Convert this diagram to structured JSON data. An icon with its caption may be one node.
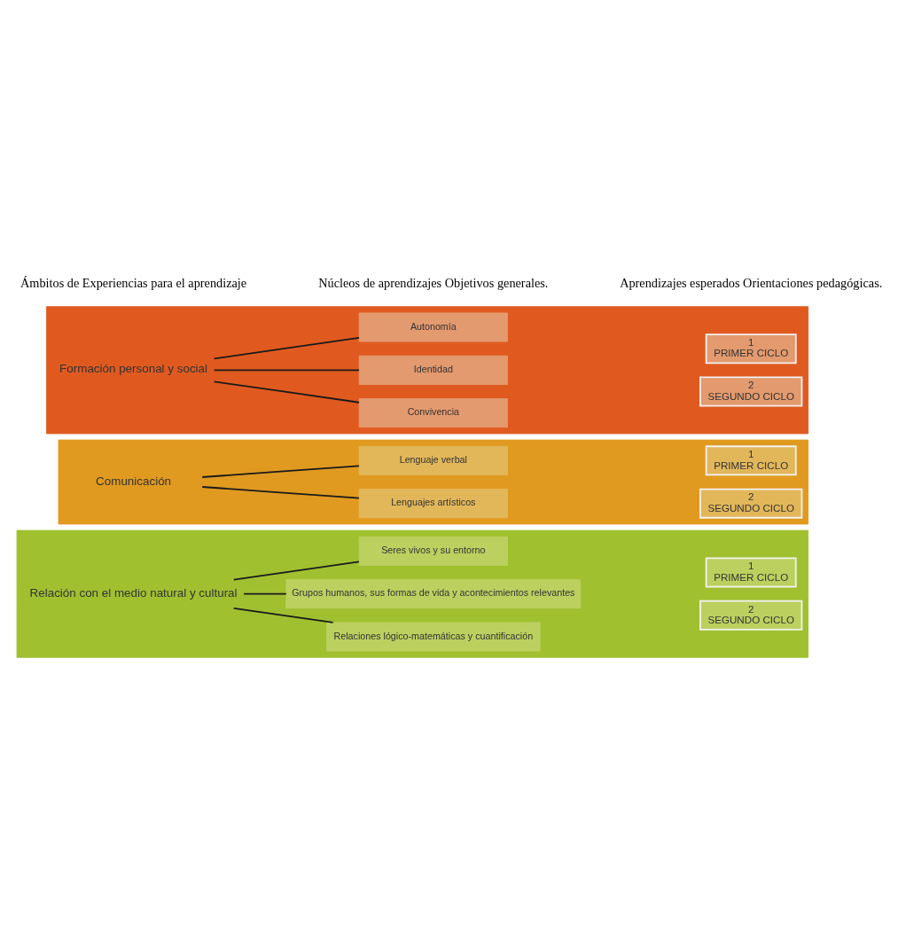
{
  "diagram": {
    "nodes": [
      {
        "text": [],
        "shape": "box"
      },
      {
        "text": [
          "Formación personal y social"
        ],
        "in": 0
      },
      {
        "text": [
          "Autonomía"
        ],
        "in": 0
      },
      {
        "text": [
          "Identidad"
        ],
        "in": 0
      },
      {
        "text": [
          "Convivencia"
        ],
        "in": 0
      },
      {
        "text": [
          "1",
          "PRIMER CICLO"
        ],
        "in": 0
      },
      {
        "text": [
          "2",
          "SEGUNDO CICLO"
        ],
        "in": 0
      },
      {
        "text": [],
        "shape": "box"
      },
      {
        "text": [
          "Comunicación"
        ],
        "in": 7
      },
      {
        "text": [
          "Lenguaje verbal"
        ],
        "in": 7
      },
      {
        "text": [
          "Lenguajes artísticos"
        ],
        "in": 7
      },
      {
        "text": [
          "1",
          "PRIMER CICLO"
        ],
        "in": 7
      },
      {
        "text": [
          "2",
          "SEGUNDO CICLO"
        ],
        "in": 7
      },
      {
        "text": [],
        "shape": "box"
      },
      {
        "text": [
          "Relación con el medio natural y cultural"
        ],
        "in": 13
      },
      {
        "text": [
          "Seres vivos y su entorno"
        ],
        "in": 13
      },
      {
        "text": [
          "Grupos humanos, sus formas de vida y acontecimientos relevantes"
        ],
        "in": 13
      },
      {
        "text": [
          "Relaciones lógico-matemáticas y cuantificación"
        ],
        "in": 13
      },
      {
        "text": [
          "1",
          "PRIMER CICLO"
        ],
        "in": 13
      },
      {
        "text": [
          "2",
          "SEGUNDO CICLO"
        ],
        "in": 13
      }
    ],
    "edges": [
      {
        "from": 1,
        "to": 2,
        "arrow": "none"
      },
      {
        "from": 1,
        "to": 3,
        "arrow": "none"
      },
      {
        "from": 1,
        "to": 4,
        "arrow": "none"
      },
      {
        "from": 8,
        "to": 9,
        "arrow": "none"
      },
      {
        "from": 8,
        "to": 10,
        "arrow": "none"
      },
      {
        "from": 14,
        "to": 15,
        "arrow": "none"
      },
      {
        "from": 14,
        "to": 16,
        "arrow": "none"
      },
      {
        "from": 14,
        "to": 17,
        "arrow": "none"
      }
    ],
    "labels": [
      "Ámbitos de Experiencias para el aprendizaje",
      "Núcleos de aprendizajes Objetivos generales.",
      "Aprendizajes esperados Orientaciones pedagógicas."
    ]
  }
}
